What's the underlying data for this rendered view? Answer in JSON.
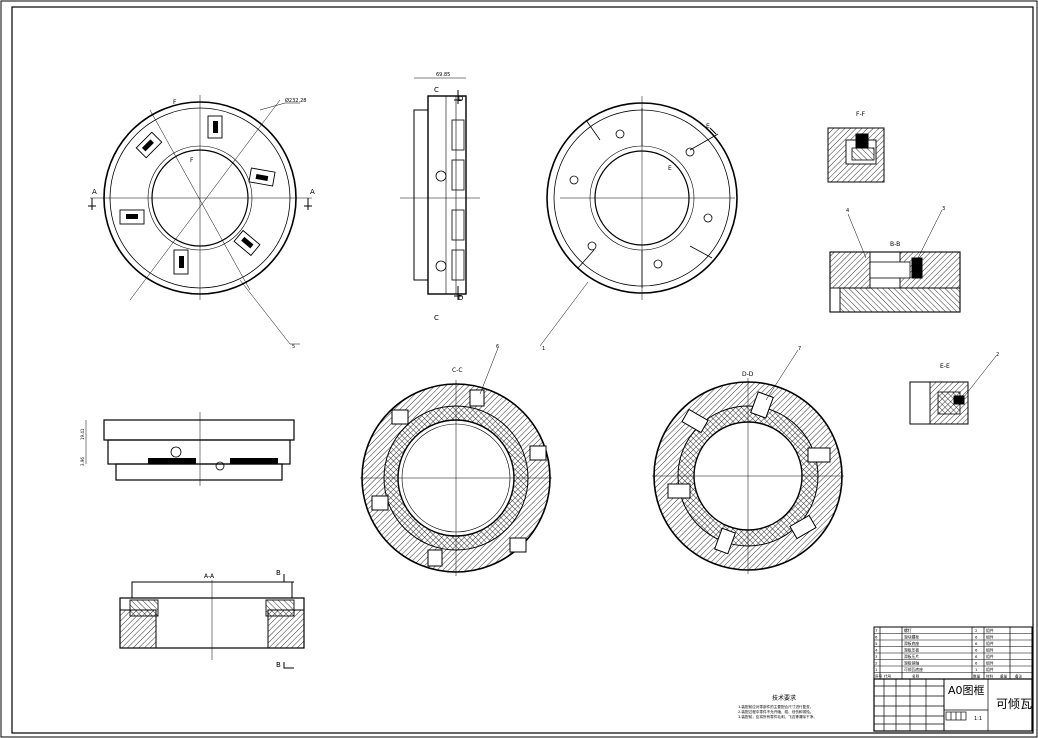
{
  "labels": {
    "a": "A",
    "b": "B",
    "c": "C",
    "d": "D",
    "e": "E",
    "f": "F",
    "aa": "A-A",
    "bb": "B-B",
    "cc": "C-C",
    "dd": "D-D",
    "ee": "E-E",
    "ff": "F-F",
    "n1": "1",
    "n2": "2",
    "n3": "3",
    "n4": "4",
    "n5": "5",
    "n6": "6",
    "n7": "7",
    "dim_dia": "Ø232.28",
    "dim_width": "69.85",
    "dim_h1": "19.41",
    "dim_h2": "3.96"
  },
  "tech": {
    "title": "技术要求",
    "l1": "1.装配前应对零部件的主要配合尺寸进行复查。",
    "l2": "2.装配过程中零件不允许磕、碰、划伤和锈蚀。",
    "l3": "3.装配前，应将所有零件毛刺、飞边等清除干净。"
  },
  "bom": {
    "rows": [
      {
        "no": "7",
        "name": "螺钉",
        "qty": "2",
        "mat": "组件"
      },
      {
        "no": "6",
        "name": "滑块螺栓",
        "qty": "6",
        "mat": "组件"
      },
      {
        "no": "5",
        "name": "滑板底座",
        "qty": "6",
        "mat": "组件"
      },
      {
        "no": "4",
        "name": "滑板压板",
        "qty": "6",
        "mat": "组件"
      },
      {
        "no": "3",
        "name": "滑板压片",
        "qty": "6",
        "mat": "组件"
      },
      {
        "no": "2",
        "name": "滑板销轴",
        "qty": "6",
        "mat": "组件"
      },
      {
        "no": "1",
        "name": "可倾瓦底座",
        "qty": "1",
        "mat": "组件"
      }
    ],
    "header": {
      "no": "序号",
      "code": "代号",
      "name": "名称",
      "qty": "数量",
      "mat": "材料",
      "weight": "重量",
      "remark": "备注"
    }
  },
  "title_block": {
    "frame": "A0图框",
    "name": "可倾瓦",
    "sheet": "1:1"
  }
}
